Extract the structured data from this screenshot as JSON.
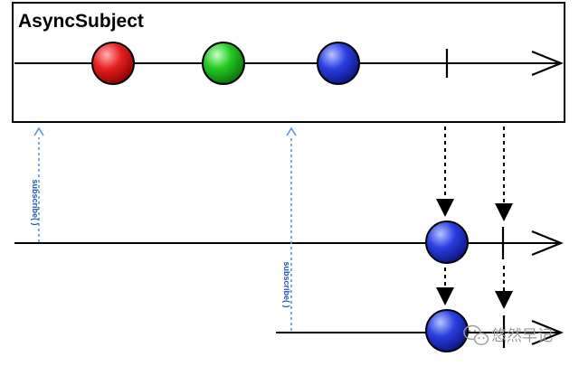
{
  "diagram": {
    "title": "AsyncSubject",
    "subscribe_label": "subscribe( )",
    "watermark_text": "悠然早记",
    "colors": {
      "red": "#e82020",
      "green": "#22c922",
      "blue": "#2a3fe0",
      "stroke": "#000000",
      "subscribe_arrow": "#5a97d6"
    }
  }
}
